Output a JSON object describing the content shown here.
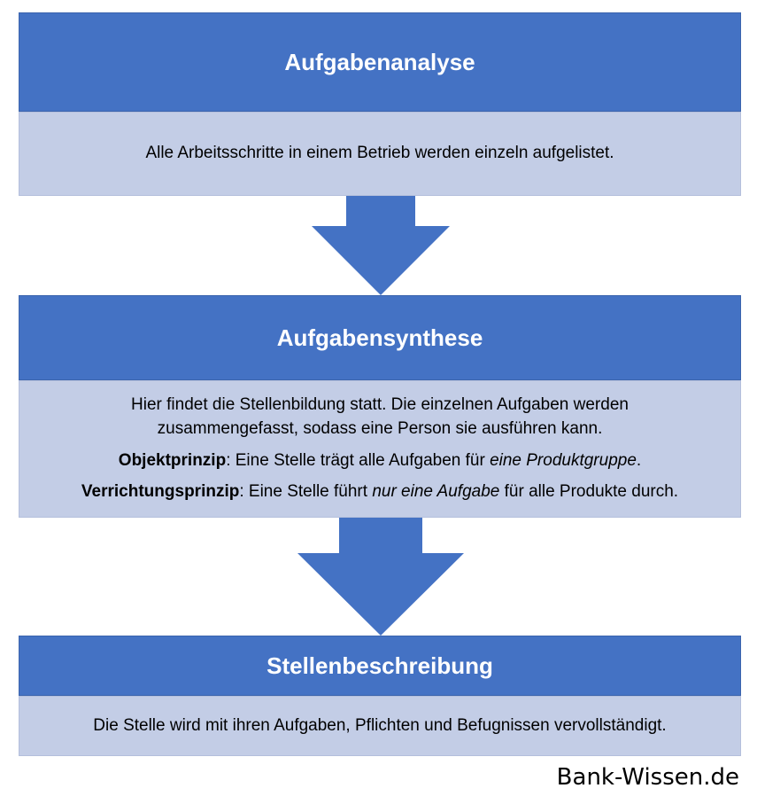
{
  "steps": [
    {
      "title": "Aufgabenanalyse",
      "text": "Alle Arbeitsschritte in einem Betrieb werden einzeln aufgelistet."
    },
    {
      "title": "Aufgabensynthese",
      "text_line1": "Hier findet die Stellenbildung statt. Die einzelnen Aufgaben werden",
      "text_line2": "zusammengefasst, sodass eine Person sie ausführen kann.",
      "objekt_label": "Objektprinzip",
      "objekt_text_a": ": Eine Stelle trägt alle Aufgaben für ",
      "objekt_text_em": "eine Produktgruppe",
      "objekt_text_b": ".",
      "verrichtung_label": "Verrichtungsprinzip",
      "verrichtung_text_a": ": Eine Stelle führt ",
      "verrichtung_text_em": "nur eine Aufgabe",
      "verrichtung_text_b": " für alle Produkte durch."
    },
    {
      "title": "Stellenbeschreibung",
      "text": "Die Stelle wird mit ihren Aufgaben, Pflichten und Befugnissen vervollständigt."
    }
  ],
  "brand": "Bank-Wissen.de",
  "colors": {
    "header": "#4472c4",
    "body": "#c3cde6",
    "arrow": "#4472c4"
  }
}
